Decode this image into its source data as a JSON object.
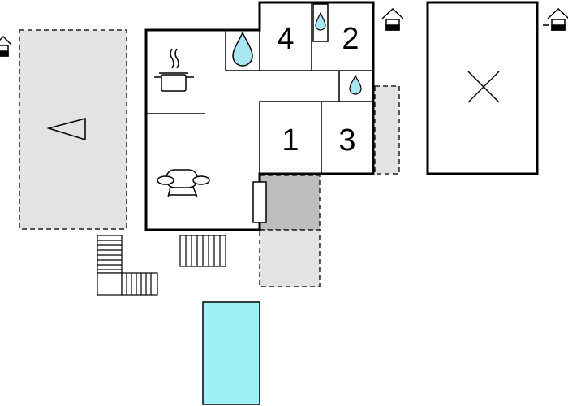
{
  "floorplan": {
    "rooms": [
      {
        "number": "4",
        "type": "bedroom"
      },
      {
        "number": "2",
        "type": "bedroom"
      },
      {
        "number": "1",
        "type": "bedroom"
      },
      {
        "number": "3",
        "type": "bedroom"
      }
    ],
    "icons": {
      "kitchen": "cooking-pot-icon",
      "living": "sofa-icon",
      "bathroom": "water-drop-icon",
      "house": "house-symbol-icon",
      "parking": "carport-x-icon",
      "tent": "tent-triangle-icon",
      "stairs": "staircase-icon"
    },
    "colors": {
      "wall": "#000000",
      "outline": "#222222",
      "terrace": "#e3e3e3",
      "covered_terrace": "#bdbdbd",
      "pool": "#9ff0f4",
      "water_drop": "#a8e6f2"
    }
  }
}
